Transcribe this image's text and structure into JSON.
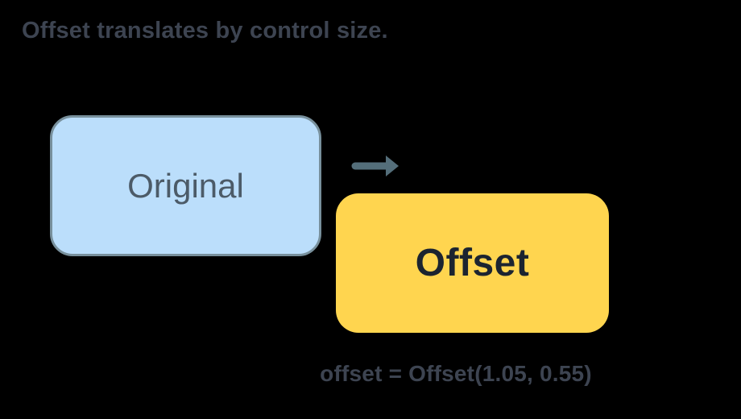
{
  "title": "Offset translates by control size.",
  "diagram": {
    "original_box": {
      "label": "Original",
      "fill": "#BBDEFB",
      "border_color": "#78909C",
      "text_color": "#4C5B68"
    },
    "offset_box": {
      "label": "Offset",
      "fill": "#FFD54F",
      "text_color": "#1C2430"
    },
    "arrow": {
      "icon": "right-arrow-icon",
      "color": "#546E7A",
      "direction": "right"
    },
    "caption": "offset = Offset(1.05, 0.55)"
  },
  "colors": {
    "background": "#000000",
    "title_text": "#3D4451"
  }
}
